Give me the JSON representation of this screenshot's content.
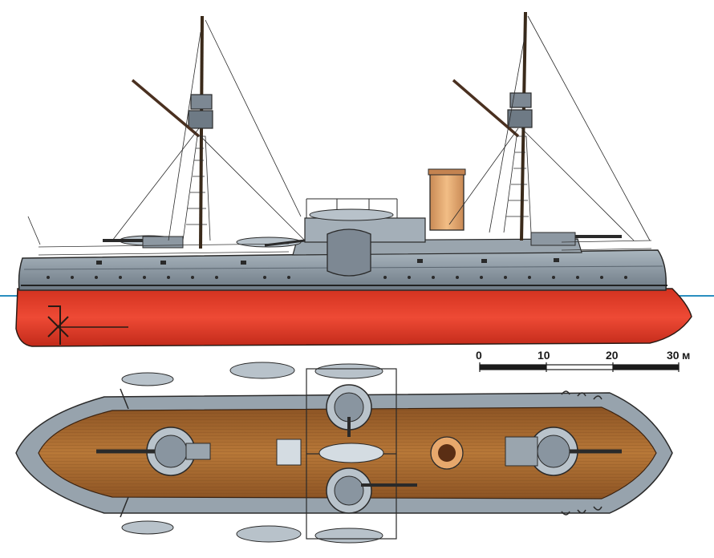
{
  "scale_bar": {
    "labels": [
      "0",
      "10",
      "20",
      "30"
    ],
    "unit": "м"
  },
  "colors": {
    "background": "#ffffff",
    "hull_upper": "#8b97a2",
    "hull_lower_red": "#e03a2a",
    "deck_wood": "#a86a2e",
    "funnel": "#e7a86c",
    "waterline": "#2a8fc0",
    "rigging": "#2a2a2a"
  }
}
